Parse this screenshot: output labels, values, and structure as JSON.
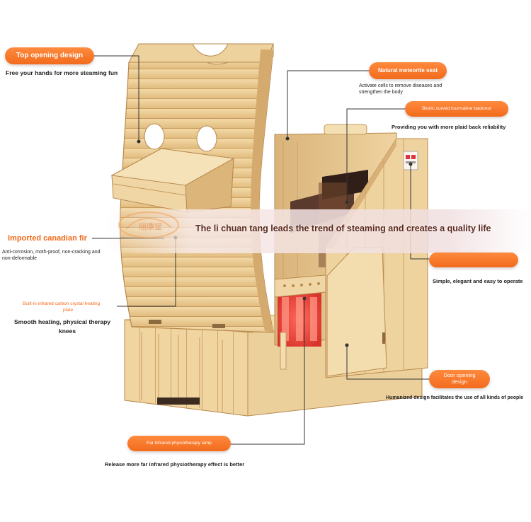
{
  "logo_text": "丽康堂",
  "headline": "The li chuan tang leads the trend of steaming and creates a quality life",
  "callouts": {
    "top_opening": {
      "label": "Top opening design",
      "desc": "Free your hands for more steaming fun"
    },
    "meteorite_seat": {
      "label": "Natural meteorite seat",
      "desc1": "Activate cells to remove diseases and",
      "desc2": "strengthen the body"
    },
    "backrest": {
      "label": "Bionic curved tourmaline backrest",
      "desc": "Providing you with more plaid back reliability"
    },
    "canadian_fir": {
      "label": "Imported canadian fir",
      "desc1": "Anti-corrosion, moth-proof, non-cracking and",
      "desc2": "non-deformable"
    },
    "right_pill": {
      "label": "",
      "desc": "Simple, elegant and easy to operate"
    },
    "heating_plate": {
      "label1": "Built-in infrared carbon crystal heating",
      "label2": "plate",
      "desc1": "Smooth heating, physical therapy",
      "desc2": "knees"
    },
    "door": {
      "label1": "Door opening",
      "label2": "design",
      "desc": "Humanized design facilitates the use of all kinds of people"
    },
    "lamp": {
      "label": "Far infrared physiotherapy lamp",
      "desc": "Release more far infrared physiotherapy effect is better"
    }
  },
  "colors": {
    "accent": "#f26b1d",
    "wood_light": "#f1d9a8",
    "wood_mid": "#e2bf84",
    "wood_dark": "#c99a5c",
    "heat_red": "#e8352e"
  }
}
